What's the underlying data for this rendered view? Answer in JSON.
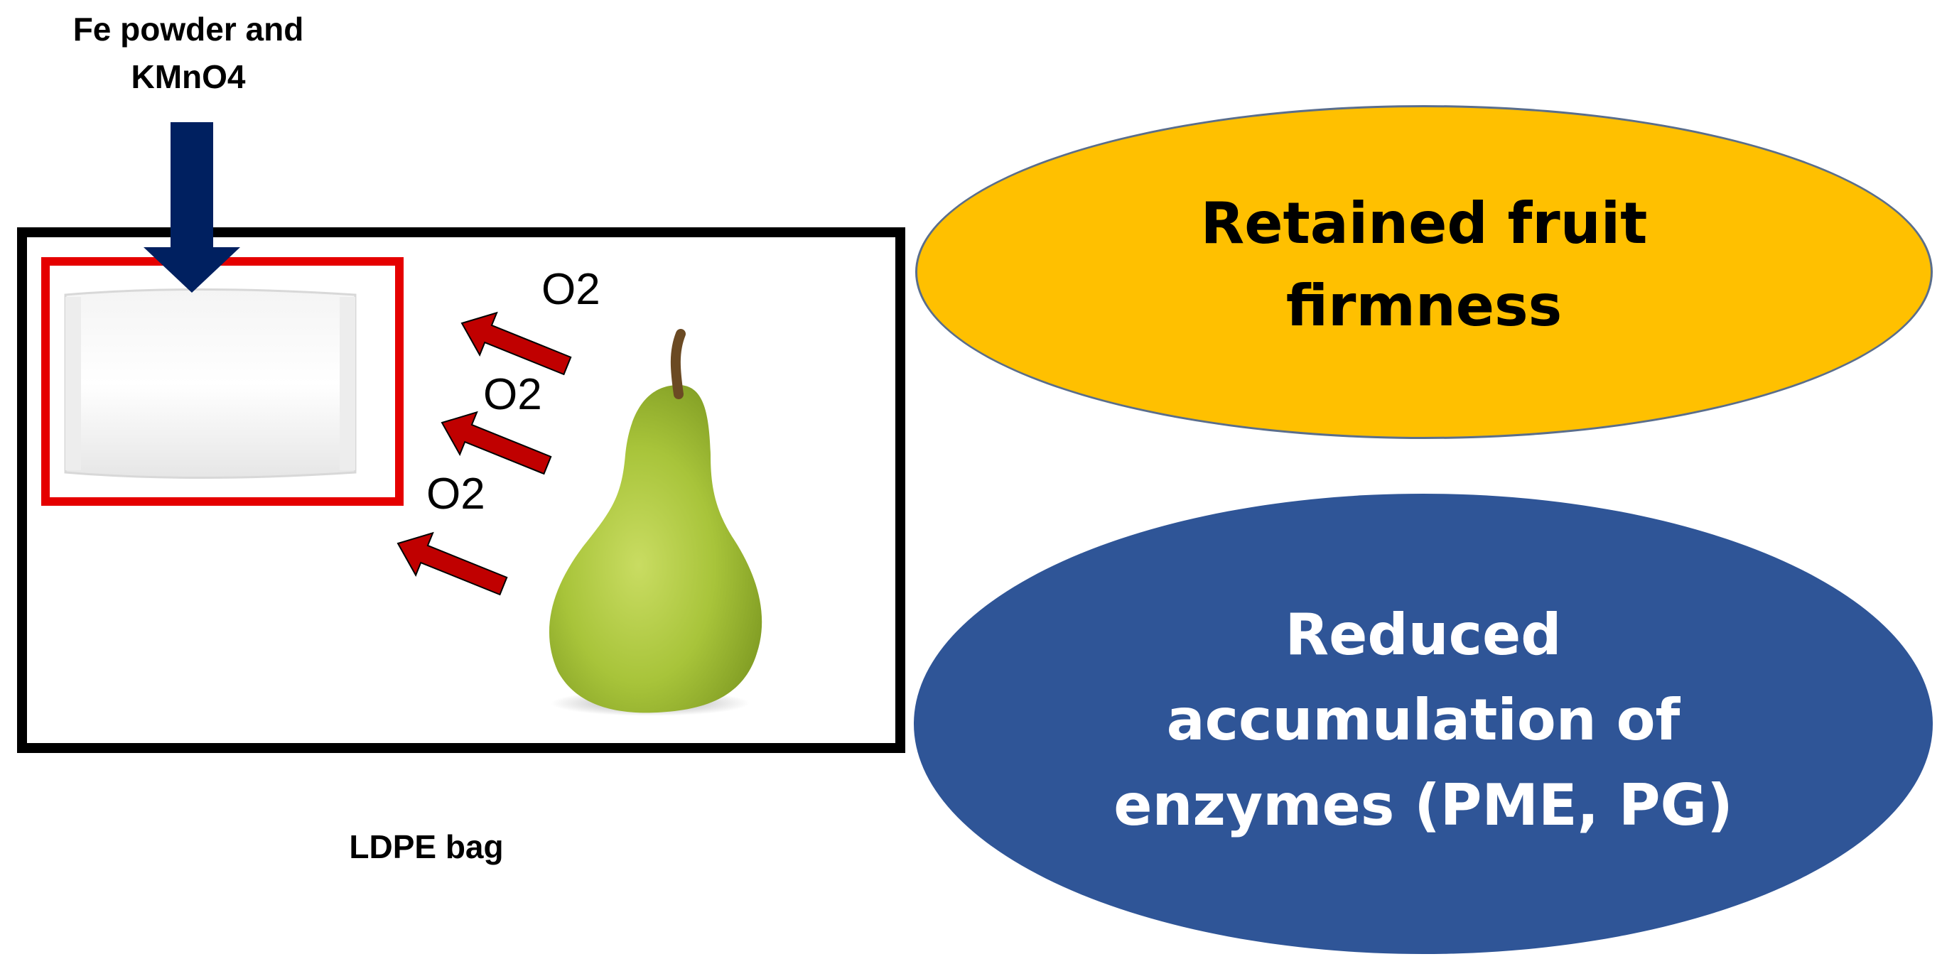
{
  "top_label": "Fe powder and\nKMnO4",
  "bag_label": "LDPE bag",
  "o2_labels": [
    "O2",
    "O2",
    "O2"
  ],
  "ellipse_top": {
    "text": "Retained fruit\nfirmness",
    "color": "#ffc000"
  },
  "ellipse_bottom": {
    "text": "Reduced\naccumulation of\nenzymes (PME, PG)",
    "color": "#2f5597"
  },
  "colors": {
    "down_arrow": "#002060",
    "o2_arrows": "#c00000",
    "sachet_frame": "#e50000",
    "bag_frame": "#000000",
    "pear": "#a8c43a"
  },
  "icons": [
    "down-arrow-icon",
    "o2-arrow-icon",
    "sachet-icon",
    "pear-icon"
  ]
}
